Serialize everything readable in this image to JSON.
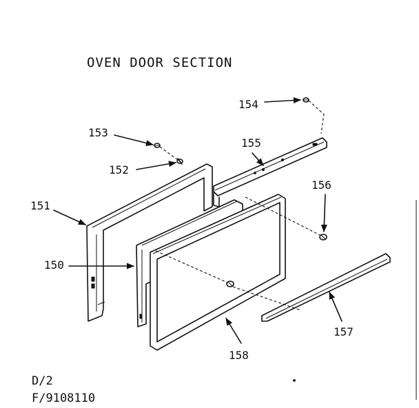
{
  "title": "OVEN DOOR SECTION",
  "footer": {
    "line1": "D/2",
    "line2": "F/9108110"
  },
  "callouts": [
    {
      "id": "150",
      "text": "150"
    },
    {
      "id": "151",
      "text": "151"
    },
    {
      "id": "152",
      "text": "152"
    },
    {
      "id": "153",
      "text": "153"
    },
    {
      "id": "154",
      "text": "154"
    },
    {
      "id": "155",
      "text": "155"
    },
    {
      "id": "156",
      "text": "156"
    },
    {
      "id": "157",
      "text": "157"
    },
    {
      "id": "158",
      "text": "158"
    }
  ]
}
